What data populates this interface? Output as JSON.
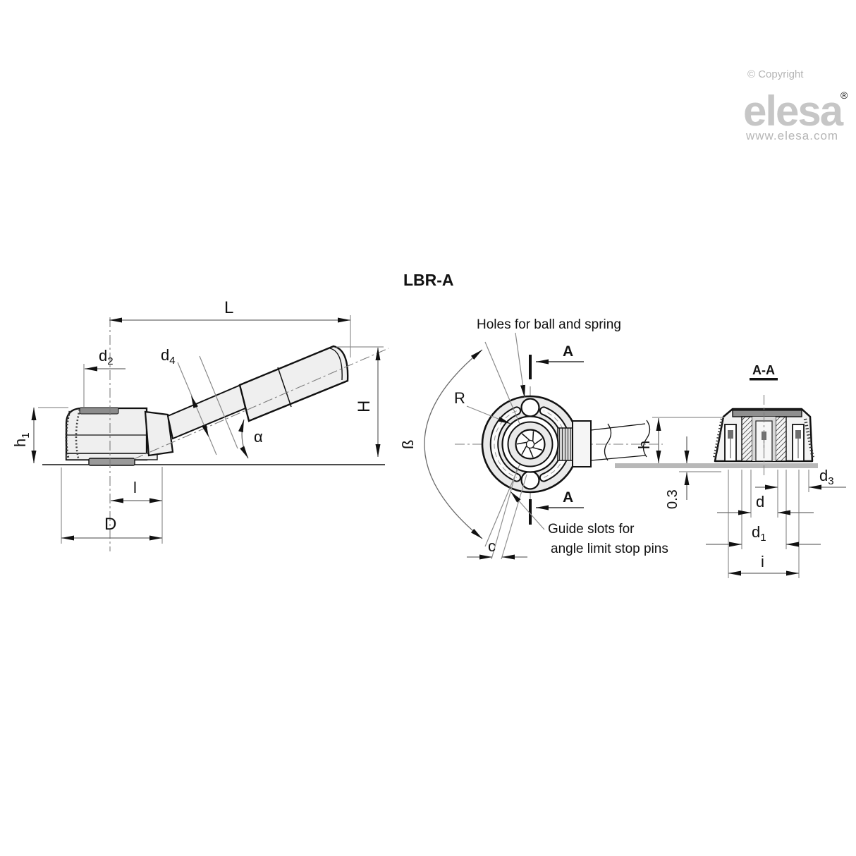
{
  "branding": {
    "copyright": "© Copyright",
    "brand": "elesa",
    "registered": "®",
    "website": "www.elesa.com"
  },
  "title": "LBR-A",
  "colors": {
    "line": "#111111",
    "dimension_line": "#6b6b6b",
    "extension_line": "#909090",
    "part_fill": "#efefef",
    "dark_fill": "#8c8c8c",
    "surface_gray": "#b8b8b8",
    "logo_gray": "#c6c6c6"
  },
  "side_view": {
    "dims": {
      "L": "L",
      "d2": {
        "base": "d",
        "sub": "2"
      },
      "d4": {
        "base": "d",
        "sub": "4"
      },
      "h1": {
        "base": "h",
        "sub": "1"
      },
      "H": "H",
      "alpha": "α",
      "l": "l",
      "D": "D"
    }
  },
  "front_view": {
    "notes": {
      "holes": "Holes for ball and spring",
      "guide1": "Guide slots for",
      "guide2": "angle limit stop pins"
    },
    "labels": {
      "R": "R",
      "beta": "ß",
      "c": "c",
      "section_a": "A"
    }
  },
  "section_view": {
    "title": "A-A",
    "dims": {
      "h": "h",
      "gap": "0.3",
      "d": "d",
      "d1": {
        "base": "d",
        "sub": "1"
      },
      "d3": {
        "base": "d",
        "sub": "3"
      },
      "i": "i"
    }
  }
}
